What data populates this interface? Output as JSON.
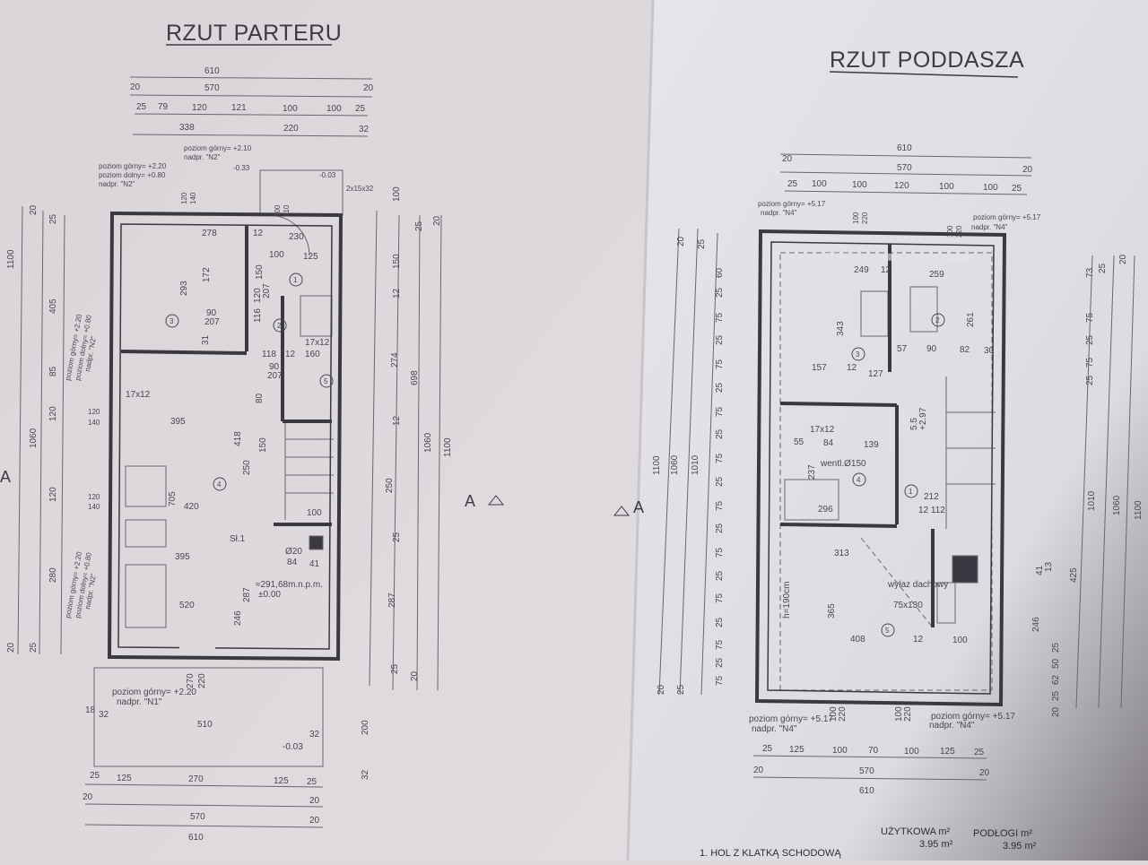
{
  "left_sheet": {
    "title": "RZUT PARTERU",
    "section_marker": "A",
    "edge_marker": "A",
    "room_numbers": [
      "1",
      "2",
      "3",
      "4",
      "5"
    ],
    "top_dims": [
      "610",
      "20",
      "570",
      "20",
      "25",
      "79",
      "120",
      "121",
      "100",
      "100",
      "25",
      "338",
      "220",
      "32"
    ],
    "annotations": [
      "poziom górny= +2.10",
      "nadpr. \"N2\"",
      "-0.33",
      "poziom górny= +2.20",
      "poziom dolny= +0.80",
      "nadpr. \"N2\"",
      "120",
      "140",
      "-0.03",
      "2x15x32",
      "100",
      "210"
    ],
    "interior_dims": [
      "278",
      "12",
      "230",
      "100",
      "125",
      "293",
      "172",
      "150",
      "90",
      "207",
      "31",
      "120",
      "207",
      "116",
      "17x12",
      "118",
      "12",
      "160",
      "90",
      "207",
      "395",
      "80",
      "418",
      "150",
      "250",
      "705",
      "420",
      "100",
      "395",
      "Sł.1",
      "Ø20",
      "84",
      "41",
      "≈291,68m.n.p.m.",
      "±0.00",
      "520",
      "287",
      "246",
      "17x12"
    ],
    "side_annotations": [
      "poziom górny= +2.20",
      "poziom dolny= +0.80",
      "nadpr. \"N2\"",
      "120",
      "140",
      "poziom górny= +2.20",
      "poziom dolny= +0.80",
      "nadpr. \"N2\"",
      "120",
      "140"
    ],
    "left_chain": [
      "1100",
      "1060",
      "405",
      "120",
      "85",
      "120",
      "280",
      "20",
      "25",
      "20",
      "25"
    ],
    "right_chain": [
      "100",
      "20",
      "25",
      "150",
      "12",
      "274",
      "698",
      "12",
      "250",
      "1060",
      "1100",
      "25",
      "287",
      "25",
      "20"
    ],
    "bottom_dims": [
      "poziom górny= +2.20",
      "nadpr. \"N1\"",
      "270",
      "220",
      "18",
      "32",
      "510",
      "-0.03",
      "32",
      "200",
      "32",
      "25",
      "125",
      "270",
      "125",
      "25",
      "20",
      "570",
      "20",
      "610",
      "20"
    ]
  },
  "right_sheet": {
    "title": "RZUT PODDASZA",
    "section_marker": "A",
    "room_numbers": [
      "2",
      "3",
      "4",
      "1",
      "5"
    ],
    "top_dims": [
      "610",
      "20",
      "570",
      "20",
      "25",
      "100",
      "100",
      "120",
      "100",
      "100",
      "25"
    ],
    "annotations": [
      "poziom górny= +5.17",
      "nadpr. \"N4\"",
      "100",
      "220",
      "100",
      "220",
      "poziom górny= +5.17",
      "nadpr. \"N4\""
    ],
    "interior_dims": [
      "249",
      "12",
      "259",
      "343",
      "261",
      "57",
      "90",
      "82",
      "30",
      "157",
      "12",
      "127",
      "17x12",
      "84",
      "139",
      "55",
      "wentl.Ø150",
      "237",
      "296",
      "212",
      "12 112",
      "313",
      "365",
      "408",
      "wyłaz dachowy",
      "75x130",
      "h=190cm",
      "12",
      "100",
      "5.5",
      "+2.97"
    ],
    "left_chain": [
      "20",
      "25",
      "1100",
      "1060",
      "1010",
      "60",
      "25",
      "75",
      "25",
      "75",
      "25",
      "75",
      "25",
      "75",
      "25",
      "75",
      "25",
      "75",
      "25",
      "75",
      "25",
      "75",
      "25",
      "75",
      "20",
      "25"
    ],
    "right_chain": [
      "20",
      "25",
      "73",
      "75",
      "25",
      "75",
      "25",
      "425",
      "1010",
      "1060",
      "1100",
      "41",
      "13",
      "246",
      "25",
      "50",
      "62",
      "25",
      "20"
    ],
    "bottom_dims": [
      "poziom górny= +5.17",
      "nadpr. \"N4\"",
      "100",
      "220",
      "100",
      "220",
      "poziom górny= +5.17",
      "nadpr. \"N4\"",
      "25",
      "125",
      "100",
      "70",
      "100",
      "125",
      "25",
      "20",
      "570",
      "20",
      "610"
    ]
  },
  "area_table": {
    "col_usable": "UŻYTKOWA  m²",
    "col_floor": "PODŁOGI  m²",
    "rows": [
      {
        "name": "1.  HOL Z KLATKĄ SCHODOWĄ",
        "usable": "3.95 m²",
        "floor": "3.95 m²"
      }
    ]
  },
  "colors": {
    "paper_left": "#dcd8dc",
    "paper_right": "#e3e3e8",
    "ink": "#3a3840"
  }
}
